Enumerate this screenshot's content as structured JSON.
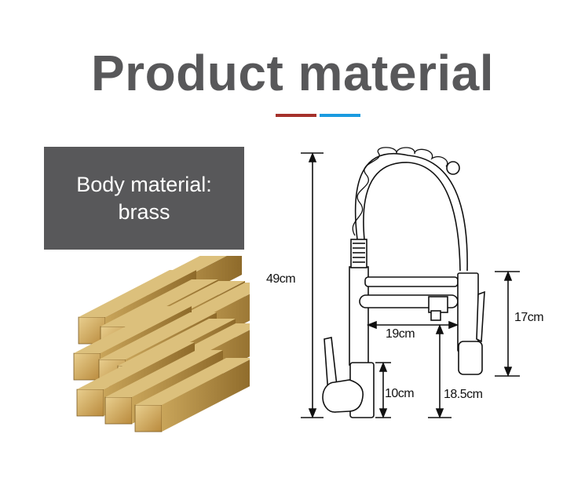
{
  "title": "Product material",
  "accent_colors": {
    "red": "#a5302b",
    "blue": "#1a9be0"
  },
  "material": {
    "line1": "Body material:",
    "line2": "brass"
  },
  "dimensions": {
    "total_height": "49cm",
    "spout_reach": "19cm",
    "spray_head_height": "17cm",
    "base_height": "10cm",
    "spout_clearance": "18.5cm"
  }
}
